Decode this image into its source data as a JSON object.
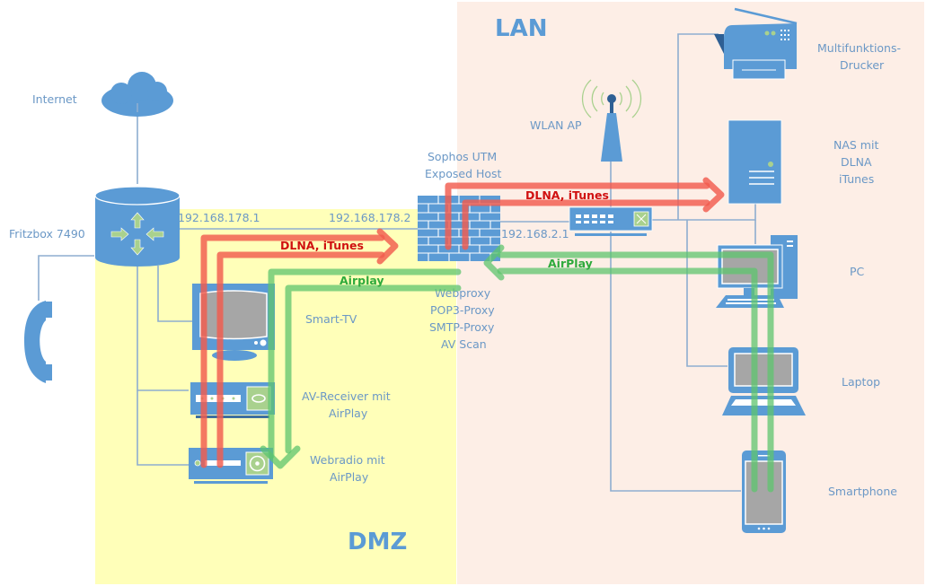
{
  "zones": {
    "dmz": {
      "label": "DMZ",
      "color": "#ffffb9"
    },
    "lan": {
      "label": "LAN",
      "color": "#fdeee6"
    }
  },
  "nodes": {
    "internet": {
      "label": "Internet",
      "icon": "cloud-icon"
    },
    "fritzbox": {
      "label": "Fritzbox 7490",
      "icon": "router-icon"
    },
    "phone": {
      "icon": "telephone-icon"
    },
    "smart_tv": {
      "label": "Smart-TV",
      "icon": "tv-icon"
    },
    "av_receiver": {
      "label_line1": "AV-Receiver mit",
      "label_line2": "AirPlay",
      "icon": "av-receiver-icon"
    },
    "webradio": {
      "label_line1": "Webradio mit",
      "label_line2": "AirPlay",
      "icon": "webradio-icon"
    },
    "sophos": {
      "label_line1": "Sophos UTM",
      "label_line2": "Exposed Host",
      "icon": "firewall-icon",
      "features": [
        "Webproxy",
        "POP3-Proxy",
        "SMTP-Proxy",
        "AV Scan"
      ]
    },
    "switch": {
      "icon": "switch-icon"
    },
    "wlan_ap": {
      "label": "WLAN AP",
      "icon": "wlan-antenna-icon"
    },
    "printer": {
      "label_line1": "Multifunktions-",
      "label_line2": "Drucker",
      "icon": "printer-icon"
    },
    "nas": {
      "label_line1": "NAS mit",
      "label_line2": "DLNA",
      "label_line3": "iTunes",
      "icon": "server-icon"
    },
    "pc": {
      "label": "PC",
      "icon": "desktop-pc-icon"
    },
    "laptop": {
      "label": "Laptop",
      "icon": "laptop-icon"
    },
    "smartphone": {
      "label": "Smartphone",
      "icon": "smartphone-icon"
    }
  },
  "ip_addresses": {
    "fritzbox_lan": "192.168.178.1",
    "sophos_wan": "192.168.178.2",
    "sophos_lan": "192.168.2.1"
  },
  "flows": {
    "dlna_dmz": {
      "label": "DLNA, iTunes",
      "color": "#f25c4e"
    },
    "dlna_lan": {
      "label": "DLNA, iTunes",
      "color": "#f25c4e"
    },
    "airplay_dmz": {
      "label": "Airplay",
      "color": "#5ec46e"
    },
    "airplay_lan": {
      "label": "AirPlay",
      "color": "#5ec46e"
    }
  }
}
